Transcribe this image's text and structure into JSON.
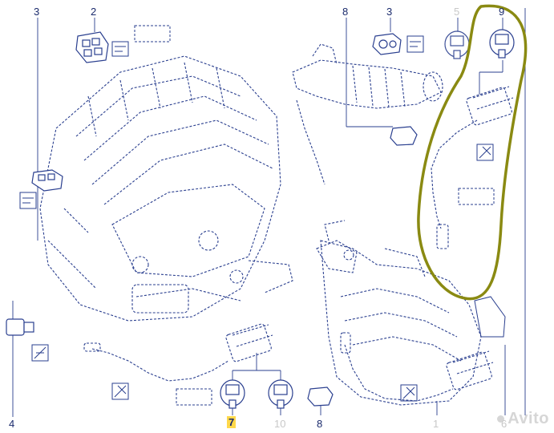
{
  "callouts": {
    "c2": "2",
    "c3a": "3",
    "c8a": "8",
    "c3b": "3",
    "c5": "5",
    "c9": "9",
    "c4": "4",
    "c7": "7",
    "c10": "10",
    "c8b": "8",
    "c1": "1",
    "c6": "6"
  },
  "watermark": "Avito",
  "colors": {
    "line": "#2a3f8f",
    "highlight_circle": "#8a8a12",
    "callout_highlight": "#ffd84a"
  }
}
